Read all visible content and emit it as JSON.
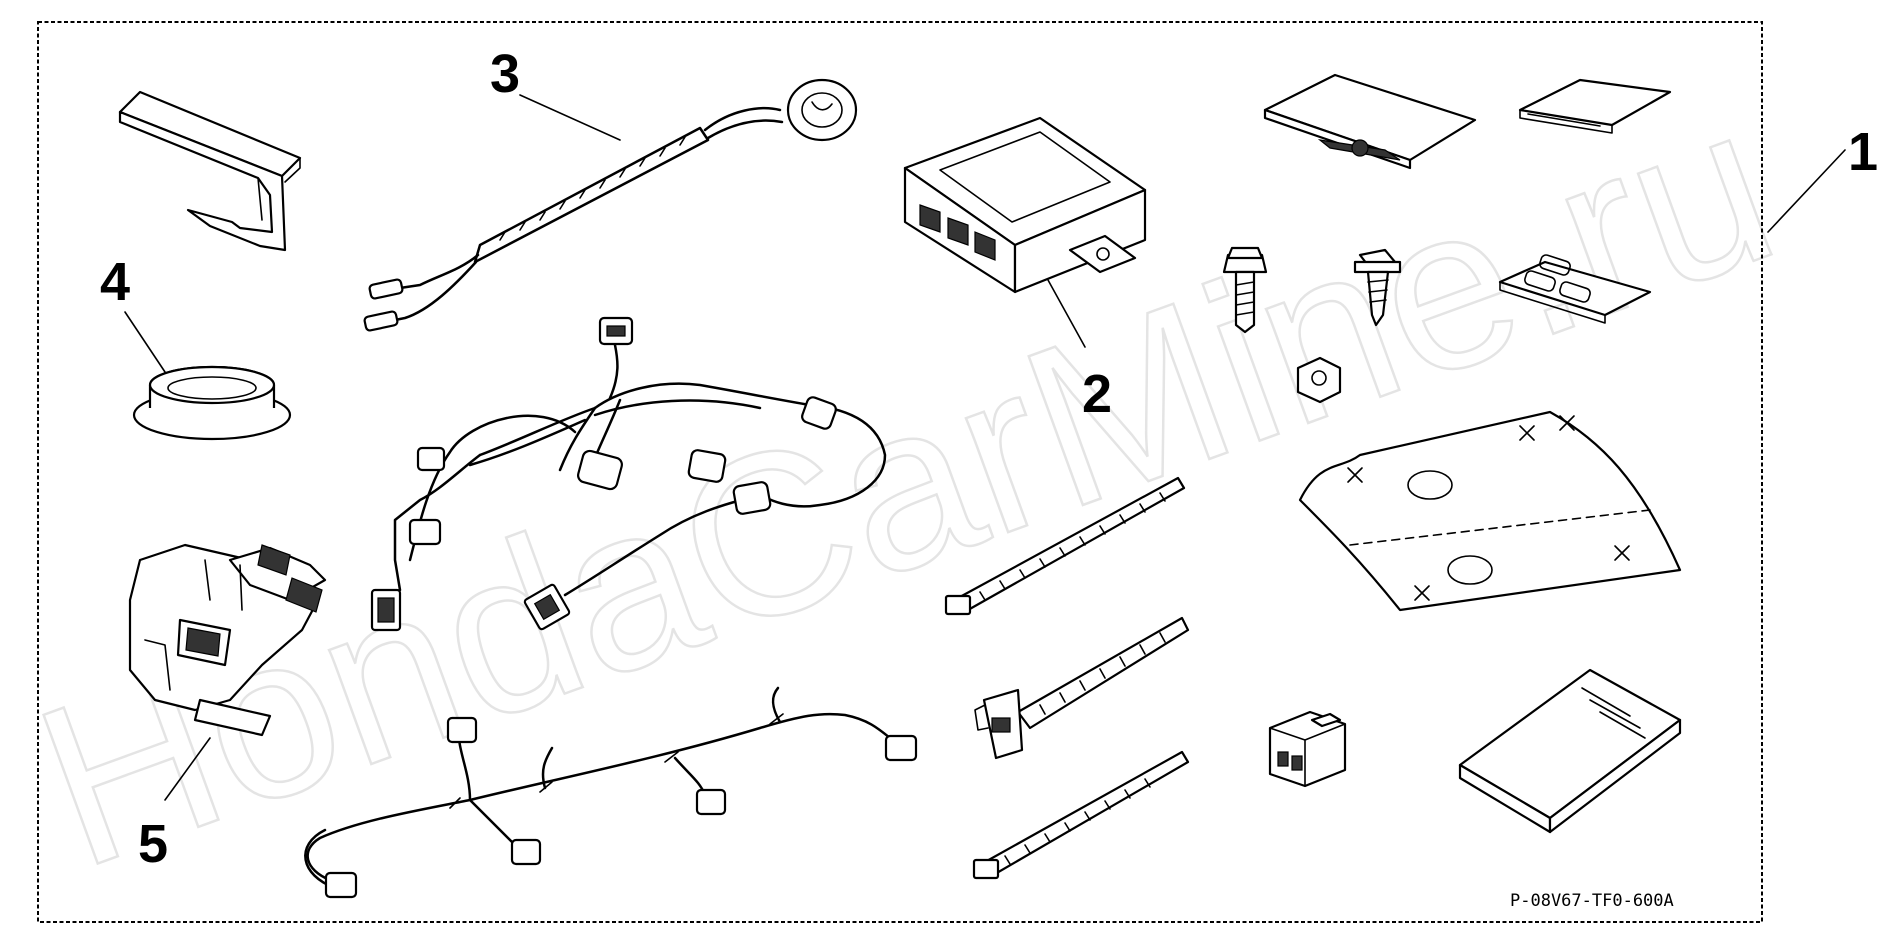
{
  "diagram": {
    "callouts": [
      {
        "id": "1",
        "label": "1"
      },
      {
        "id": "2",
        "label": "2"
      },
      {
        "id": "3",
        "label": "3"
      },
      {
        "id": "4",
        "label": "4"
      },
      {
        "id": "5",
        "label": "5"
      }
    ],
    "drawing_code": "P-08V67-TF0-600A",
    "watermark": "HondaCarMine.ru"
  }
}
